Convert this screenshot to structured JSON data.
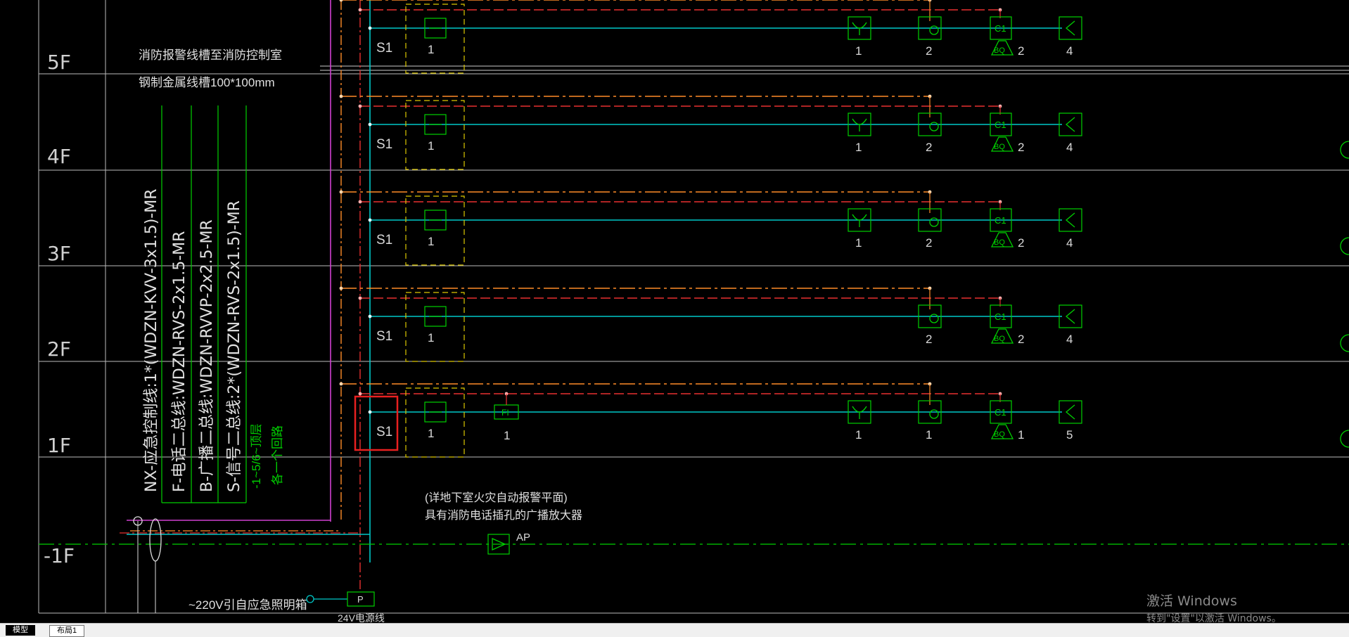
{
  "floors": [
    "5F",
    "4F",
    "3F",
    "2F",
    "1F",
    "-1F"
  ],
  "trunk_notes": {
    "line1": "消防报警线槽至消防控制室",
    "line2": "钢制金属线槽100*100mm"
  },
  "bus_labels": [
    "NX-应急控制线:1*(WDZN-KVV-3x1.5)-MR",
    "F-电话二总线:WDZN-RVS-2x1.5-MR",
    "B-广播二总线:WDZN-RVVP-2x2.5-MR",
    "S-信号二总线:2*(WDZN-RVS-2x1.5)-MR"
  ],
  "loop_note": {
    "line1": "-1~5/6~顶层",
    "line2": "各一个回路"
  },
  "floor_rows": [
    {
      "floor": "5F",
      "module": "S1",
      "box_count": "1",
      "fi": "",
      "fi_count": "",
      "dev1": "1",
      "dev2": "2",
      "dev3": "2",
      "dev4": "4"
    },
    {
      "floor": "4F",
      "module": "S1",
      "box_count": "1",
      "fi": "",
      "fi_count": "",
      "dev1": "1",
      "dev2": "2",
      "dev3": "2",
      "dev4": "4"
    },
    {
      "floor": "3F",
      "module": "S1",
      "box_count": "1",
      "fi": "",
      "fi_count": "",
      "dev1": "1",
      "dev2": "2",
      "dev3": "2",
      "dev4": "4"
    },
    {
      "floor": "2F",
      "module": "S1",
      "box_count": "1",
      "fi": "",
      "fi_count": "",
      "dev1": "",
      "dev2": "2",
      "dev3": "2",
      "dev4": "4"
    },
    {
      "floor": "1F",
      "module": "S1",
      "box_count": "1",
      "fi": "FI",
      "fi_count": "1",
      "dev1": "1",
      "dev2": "1",
      "dev3": "1",
      "dev4": "5"
    }
  ],
  "device_symbols": {
    "c1": "C1",
    "bell": "BQ"
  },
  "basement": {
    "note1": "(详地下室火灾自动报警平面)",
    "note2": "具有消防电话插孔的广播放大器",
    "amp_label": "AP",
    "power_note": "~220V引自应急照明箱",
    "power_box": "P",
    "bottom_text": "24V电源线"
  },
  "colors": {
    "background": "#000000",
    "grid": "#c8c8c8",
    "signal": "#00c8c8",
    "device": "#00d000",
    "control": "#ff8c28",
    "fire": "#e83030",
    "broadcast": "#dcc800",
    "trunk": "#d040d0",
    "highlight": "#e82020"
  },
  "tabs": [
    "模型",
    "布局1"
  ],
  "watermark": {
    "line1": "激活 Windows",
    "line2": "转到\"设置\"以激活 Windows。"
  }
}
